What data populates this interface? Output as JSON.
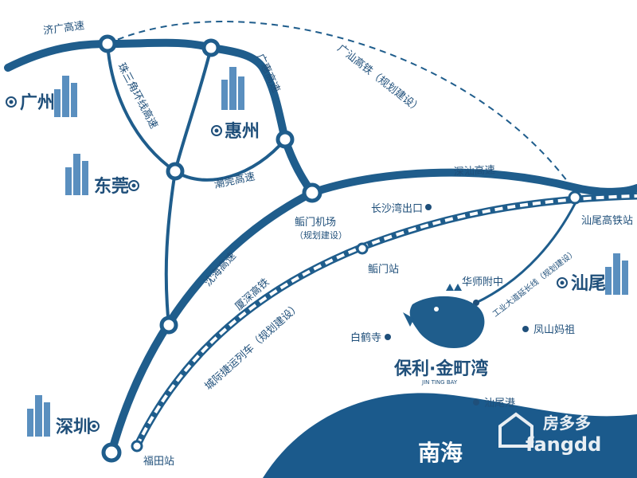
{
  "colors": {
    "road": "#1f5d8c",
    "rail": "#1f5d8c",
    "sea": "#1b5a8c",
    "text": "#1f4f7a",
    "brand_red": "#ff6a00"
  },
  "labels": {
    "road_jiguang": "济广高速",
    "road_prd_ring": "珠三角环线高速",
    "road_guanghui": "广惠高速",
    "road_chaoguan": "潮莞高速",
    "road_shenshan": "深汕高速",
    "road_yanhai": "沈海高速",
    "rail_guangshan": "广汕高铁（规划建设）",
    "rail_xiashen": "厦深高铁",
    "rail_intercity": "城际捷运列车（规划建设）",
    "rail_industry": "工业大道延长线（规划建设）"
  },
  "cities": {
    "guangzhou": "广州",
    "huizhou": "惠州",
    "dongguan": "东莞",
    "shenzhen": "深圳",
    "shanwei": "汕尾"
  },
  "stations": {
    "airport_line1": "鲘门机场",
    "airport_line2": "（规划建设）",
    "changsha_exit": "长沙湾出口",
    "houmen_station": "鲘门站",
    "futian_station": "福田站",
    "shanwei_hsr": "汕尾高铁站"
  },
  "pois": {
    "huashi_fuzhong": "华师附中",
    "baihe_temple": "白鹤寺",
    "fengshan_mazu": "凤山妈祖",
    "shanwei_port": "汕尾港",
    "sea": "南海"
  },
  "project": {
    "name": "保利·金町湾",
    "subtitle": "JIN TING BAY"
  },
  "brand": {
    "name_cn": "房多多",
    "name_en": "fangdd"
  }
}
